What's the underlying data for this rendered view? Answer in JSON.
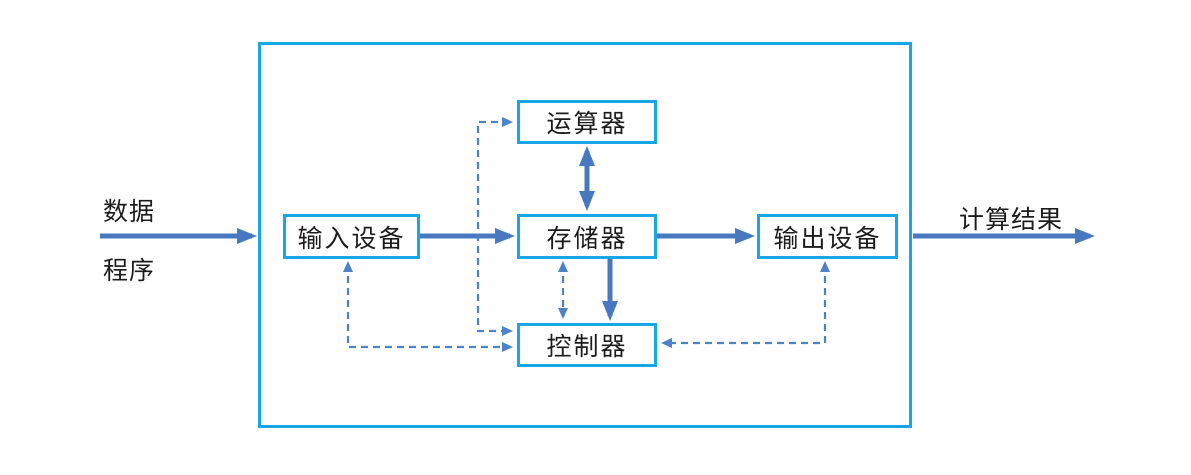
{
  "diagram": {
    "type": "von-neumann-computer-architecture",
    "external_labels": {
      "input_top": "数据",
      "input_bottom": "程序",
      "output": "计算结果"
    },
    "nodes": {
      "input_device": {
        "label": "输入设备"
      },
      "alu": {
        "label": "运算器"
      },
      "memory": {
        "label": "存储器"
      },
      "controller": {
        "label": "控制器"
      },
      "output_device": {
        "label": "输出设备"
      }
    },
    "edges": [
      {
        "from": "external-data-program",
        "to": "input_device",
        "style": "solid-thick",
        "heads": "end"
      },
      {
        "from": "input_device",
        "to": "memory",
        "style": "solid-thick",
        "heads": "end"
      },
      {
        "from": "memory",
        "to": "output_device",
        "style": "solid-thick",
        "heads": "end"
      },
      {
        "from": "output_device",
        "to": "external-result",
        "style": "solid-thick",
        "heads": "end"
      },
      {
        "from": "alu",
        "to": "memory",
        "style": "solid-thick",
        "heads": "both"
      },
      {
        "from": "memory",
        "to": "controller",
        "style": "solid-thick",
        "heads": "end"
      },
      {
        "from": "controller",
        "to": "memory",
        "style": "dashed-thin",
        "heads": "both"
      },
      {
        "from": "controller",
        "to": "alu",
        "style": "dashed-thin",
        "heads": "both"
      },
      {
        "from": "controller",
        "to": "input_device",
        "style": "dashed-thin",
        "heads": "both"
      },
      {
        "from": "controller",
        "to": "output_device",
        "style": "dashed-thin",
        "heads": "both"
      }
    ]
  },
  "colors": {
    "box_border": "#19a6e6",
    "arrow_solid": "#4878bf",
    "arrow_dashed": "#4e82c6",
    "text_color": "#1c1c1c",
    "background": "#ffffff"
  }
}
